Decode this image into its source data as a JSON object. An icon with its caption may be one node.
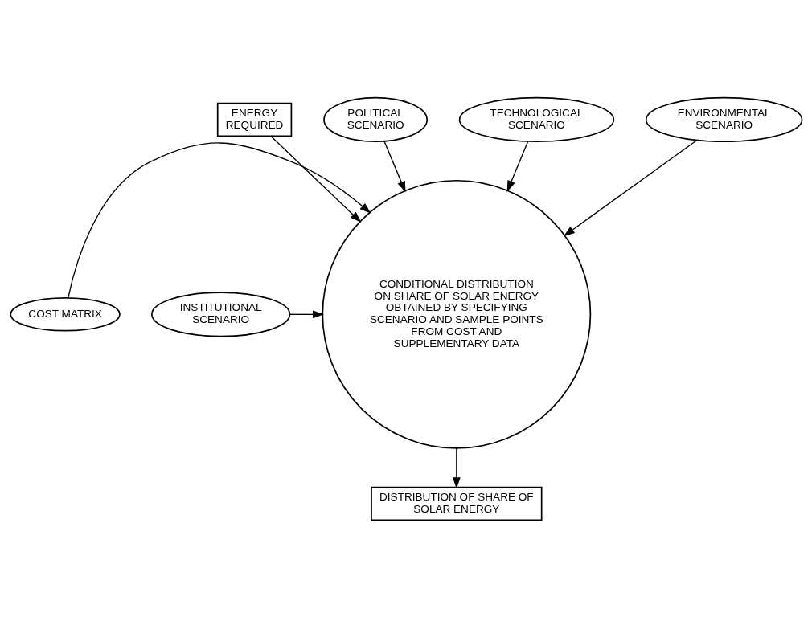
{
  "diagram": {
    "nodes": [
      {
        "text": [
          "ENERGY REQUIRED"
        ]
      },
      {
        "text": [
          "POLITICAL SCENARIO"
        ]
      },
      {
        "text": [
          "TECHNOLOGICAL SCENARIO"
        ]
      },
      {
        "text": [
          "CONDITIONAL DISTRIBUTION ON SHARE OF SOLAR ENERGY OBTAINED BY SPECIFYING SCENARIO AND SAMPLE POINTS FROM COST AND SUPPLEMENTARY DATA"
        ]
      },
      {
        "text": [
          "COST MATRIX"
        ]
      },
      {
        "text": [
          "INSTITUTIONAL SCENARIO"
        ]
      },
      {
        "text": [
          "ENVIRONMENTAL SCENARIO"
        ]
      },
      {
        "text": [
          "DISTRIBUTION OF SHARE OF SOLAR ENERGY"
        ]
      }
    ],
    "edges": [
      {
        "from": 0,
        "to": 3,
        "arrow": "to"
      },
      {
        "from": 1,
        "to": 3,
        "arrow": "to"
      },
      {
        "from": 2,
        "to": 3,
        "arrow": "to"
      },
      {
        "from": 4,
        "to": 3,
        "arrow": "to"
      },
      {
        "from": 5,
        "to": 3,
        "arrow": "to"
      },
      {
        "from": 6,
        "to": 3,
        "arrow": "to"
      },
      {
        "from": 3,
        "to": 7,
        "arrow": "to"
      }
    ]
  }
}
